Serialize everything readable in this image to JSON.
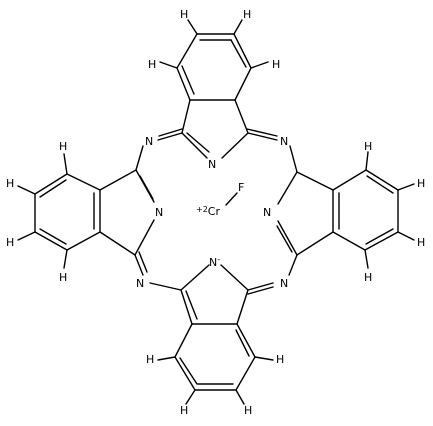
{
  "molecule": {
    "atoms": {
      "h": "H",
      "n": "N",
      "n_anion": "N",
      "anion_charge": "-",
      "metal": "Cr",
      "metal_charge": "+2",
      "fluorine": "F"
    }
  }
}
